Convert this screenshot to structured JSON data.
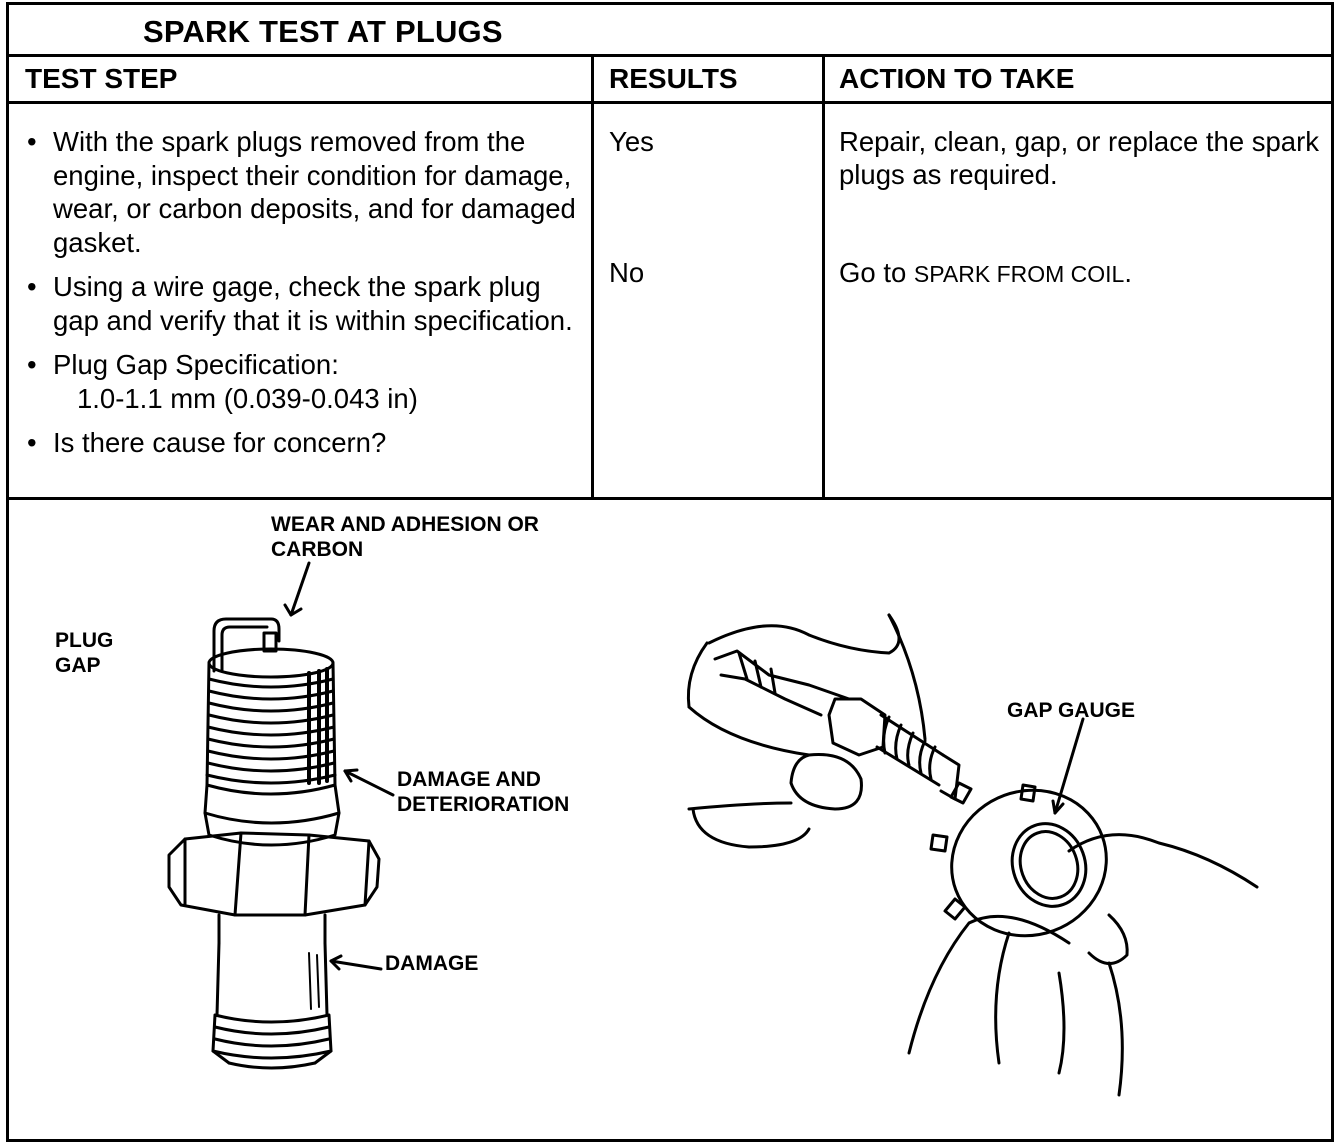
{
  "header": {
    "title": "SPARK TEST AT PLUGS"
  },
  "columns": {
    "test_step": "TEST STEP",
    "results": "RESULTS",
    "action": "ACTION TO TAKE"
  },
  "steps": [
    {
      "bullet": "•",
      "text": "With the spark plugs removed from the engine, inspect their condition for damage, wear, or carbon deposits, and for damaged gasket."
    },
    {
      "bullet": "•",
      "text": "Using a wire gage, check the spark plug gap and verify that it is within specification."
    },
    {
      "bullet": "•",
      "text": "Plug Gap Specification:",
      "detail": "1.0-1.1 mm (0.039-0.043 in)"
    },
    {
      "bullet": "•",
      "text": "Is there cause for concern?"
    }
  ],
  "results": [
    {
      "result": "Yes",
      "action": "Repair, clean, gap, or replace the spark plugs as required."
    },
    {
      "result": "No",
      "action_prefix": "Go to ",
      "action_ref": "SPARK FROM COIL",
      "action_suffix": "."
    }
  ],
  "illustration": {
    "labels": {
      "wear_line1": "WEAR AND ADHESION OR",
      "wear_line2": "CARBON",
      "plug_gap_line1": "PLUG",
      "plug_gap_line2": "GAP",
      "damage_det_line1": "DAMAGE AND",
      "damage_det_line2": "DETERIORATION",
      "damage": "DAMAGE",
      "gap_gauge": "GAP GAUGE"
    }
  }
}
